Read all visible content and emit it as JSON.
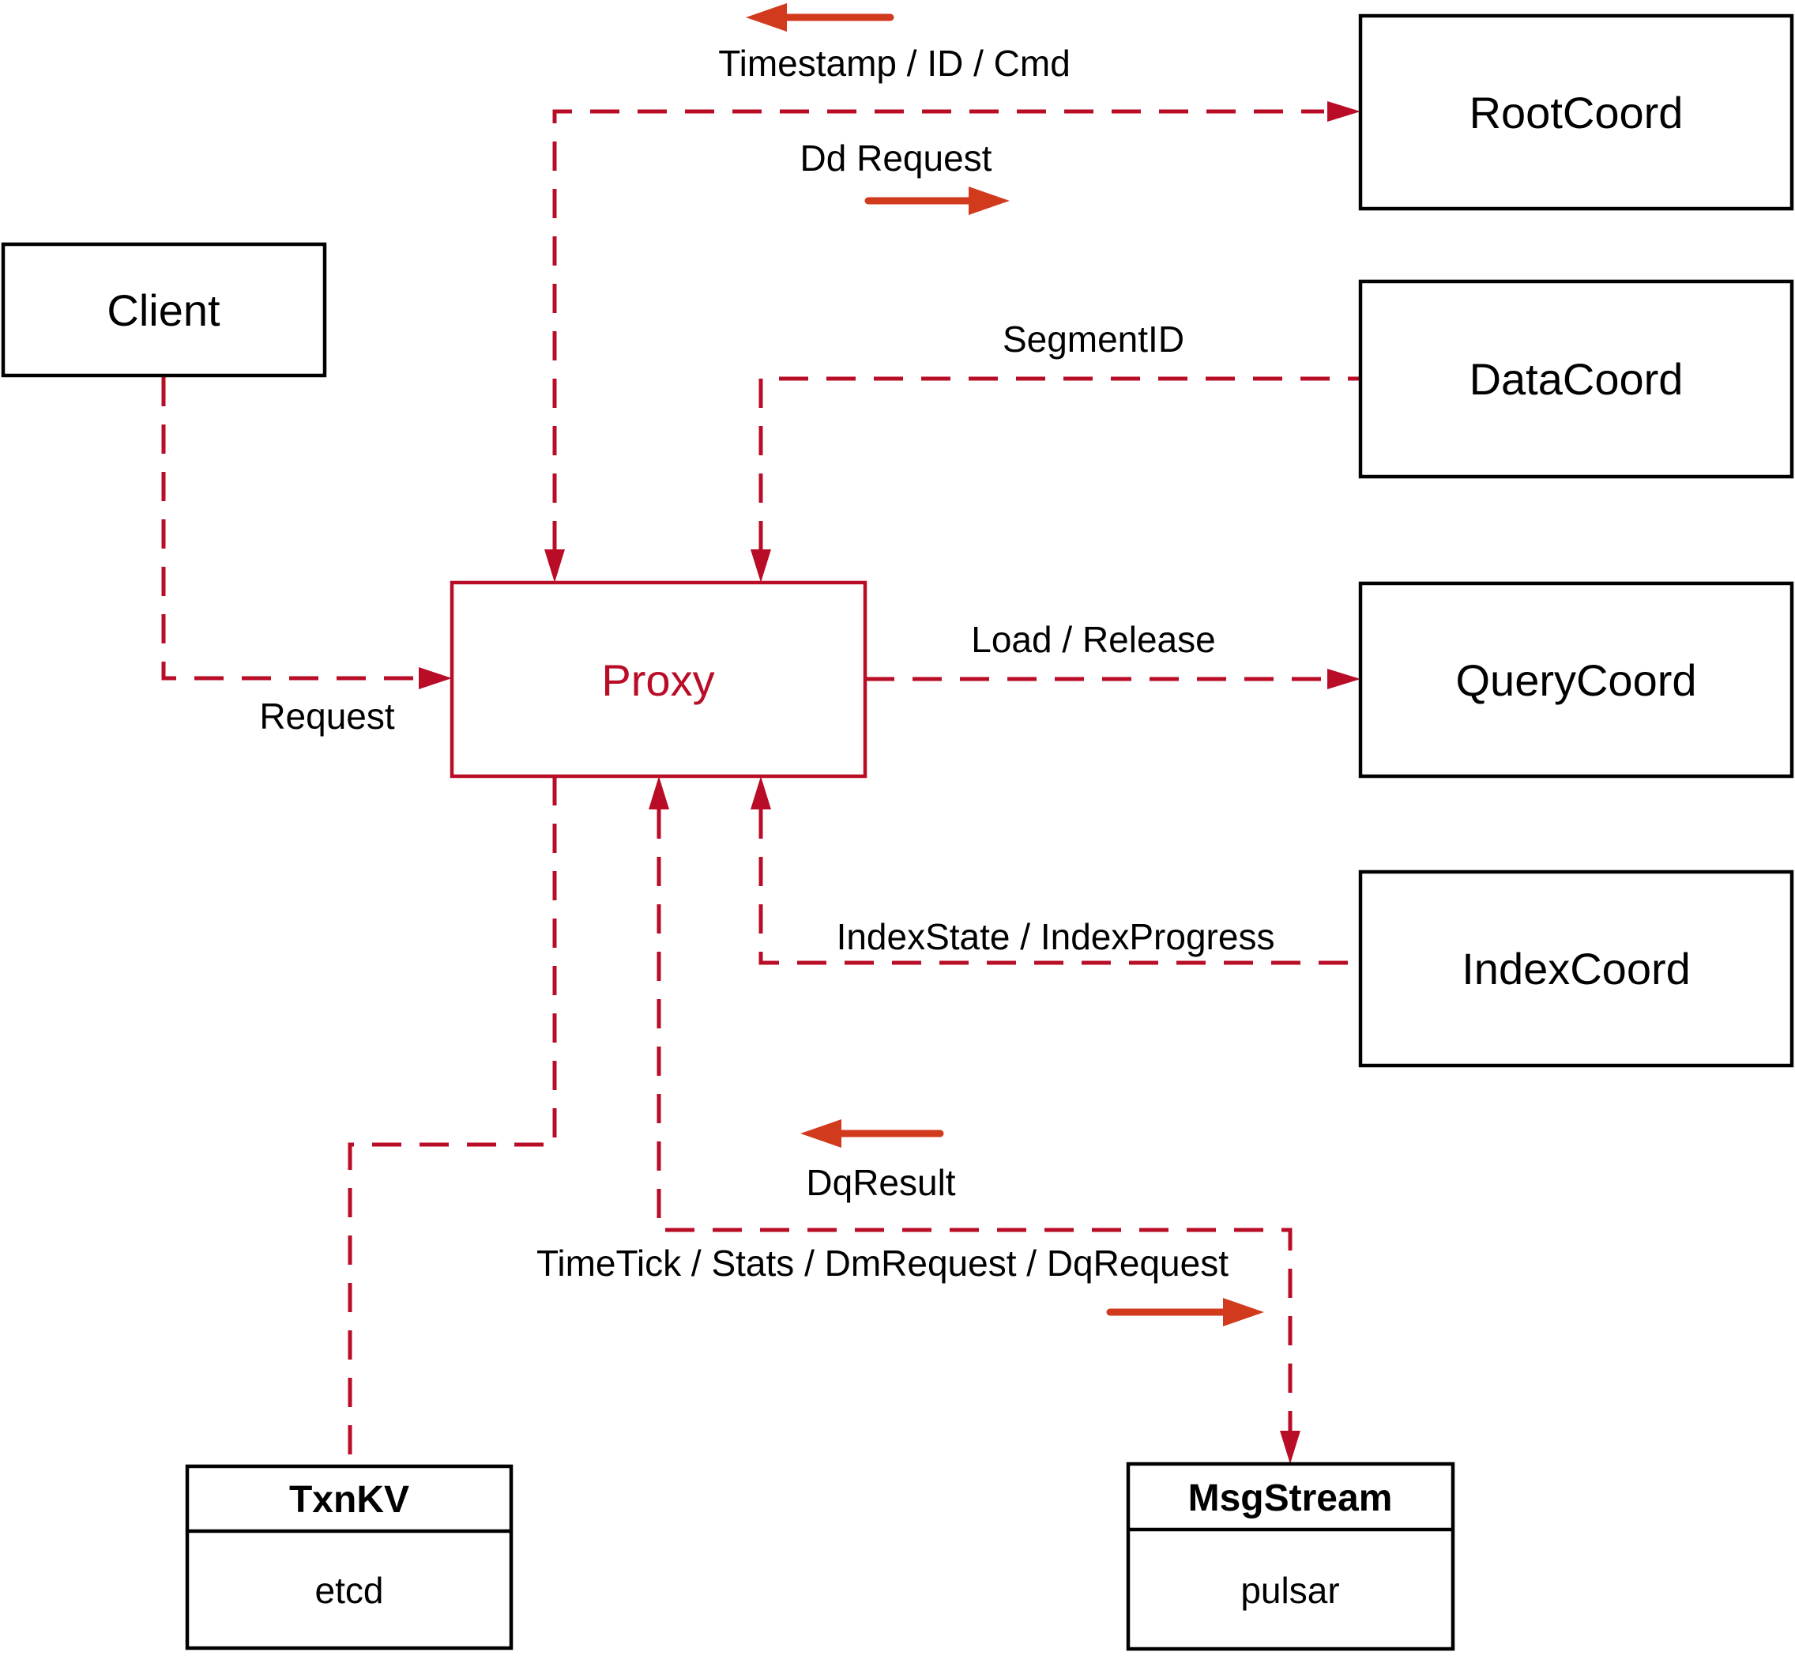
{
  "diagram": {
    "nodes": {
      "client": {
        "label": "Client"
      },
      "proxy": {
        "label": "Proxy"
      },
      "root_coord": {
        "label": "RootCoord"
      },
      "data_coord": {
        "label": "DataCoord"
      },
      "query_coord": {
        "label": "QueryCoord"
      },
      "index_coord": {
        "label": "IndexCoord"
      },
      "txn_kv": {
        "title": "TxnKV",
        "impl": "etcd"
      },
      "msg_stream": {
        "title": "MsgStream",
        "impl": "pulsar"
      }
    },
    "edge_labels": {
      "timestamp_id_cmd": "Timestamp / ID / Cmd",
      "dd_request": "Dd Request",
      "segment_id": "SegmentID",
      "request": "Request",
      "load_release": "Load / Release",
      "index_state_progress": "IndexState / IndexProgress",
      "dq_result": "DqResult",
      "timetick_stats": "TimeTick / Stats / DmRequest / DqRequest"
    },
    "colors": {
      "dashed_line_red": "#b90c26",
      "solid_arrow_red": "#d23a1e",
      "box_border": "#000000",
      "text": "#000000",
      "background": "#ffffff"
    }
  }
}
